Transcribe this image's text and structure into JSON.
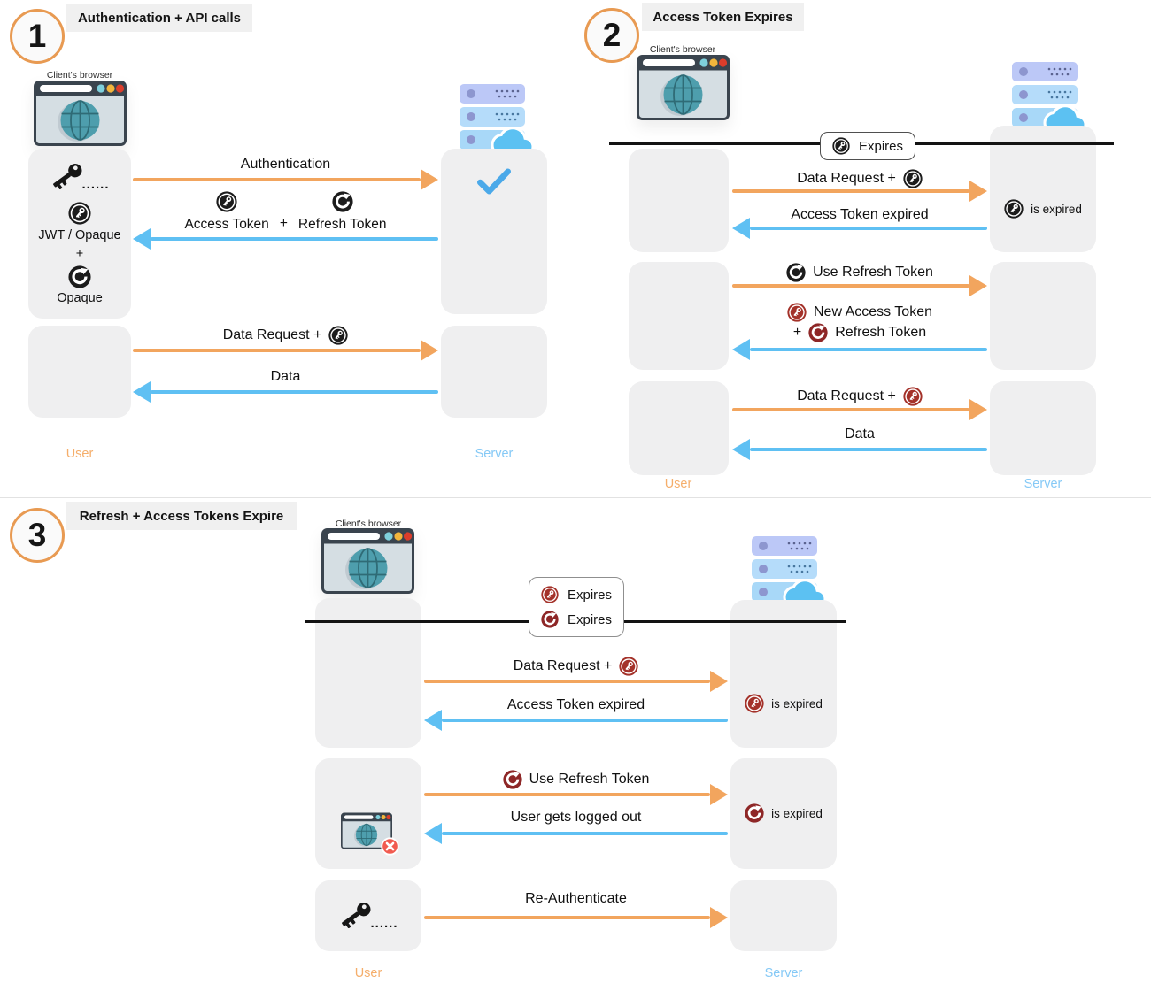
{
  "colors": {
    "request_arrow_orange": "#F2A55E",
    "response_arrow_blue": "#5FC0F3",
    "user_label_orange": "#F5AE6B",
    "server_label_blue": "#85C9F6",
    "access_token_black": "#1C1C1C",
    "access_token_red": "#A4322A",
    "refresh_token_red": "#8E2727",
    "badge_ring_orange": "#E89A52",
    "lane_box_gray": "#EFEFF0",
    "checkmark_blue": "#4BA9E9"
  },
  "p1": {
    "number": "1",
    "title": "Authentication + API calls",
    "client_label": "Client's browser",
    "password_dots": "......",
    "token_jwt_opaque": "JWT / Opaque",
    "plus": "+",
    "token_opaque": "Opaque",
    "msg_authentication": "Authentication",
    "msg_access_token": "Access Token",
    "msg_refresh_token": "Refresh Token",
    "msg_data_request": "Data Request +",
    "msg_data": "Data",
    "user_label": "User",
    "server_label": "Server"
  },
  "p2": {
    "number": "2",
    "title": "Access Token Expires",
    "client_label": "Client's browser",
    "expires": "Expires",
    "msg_data_request": "Data Request +",
    "msg_access_expired": "Access Token expired",
    "is_expired": "is expired",
    "msg_use_refresh": "Use Refresh Token",
    "msg_new_access": "New Access Token",
    "plus": "+",
    "msg_refresh_token": "Refresh Token",
    "msg_data": "Data",
    "user_label": "User",
    "server_label": "Server"
  },
  "p3": {
    "number": "3",
    "title": "Refresh + Access Tokens Expire",
    "client_label": "Client's browser",
    "expires_access": "Expires",
    "expires_refresh": "Expires",
    "msg_data_request": "Data Request +",
    "msg_access_expired": "Access Token expired",
    "is_expired_access": "is expired",
    "is_expired_refresh": "is expired",
    "msg_use_refresh": "Use Refresh Token",
    "msg_logged_out": "User gets logged out",
    "msg_reauthenticate": "Re-Authenticate",
    "user_label": "User",
    "server_label": "Server"
  }
}
